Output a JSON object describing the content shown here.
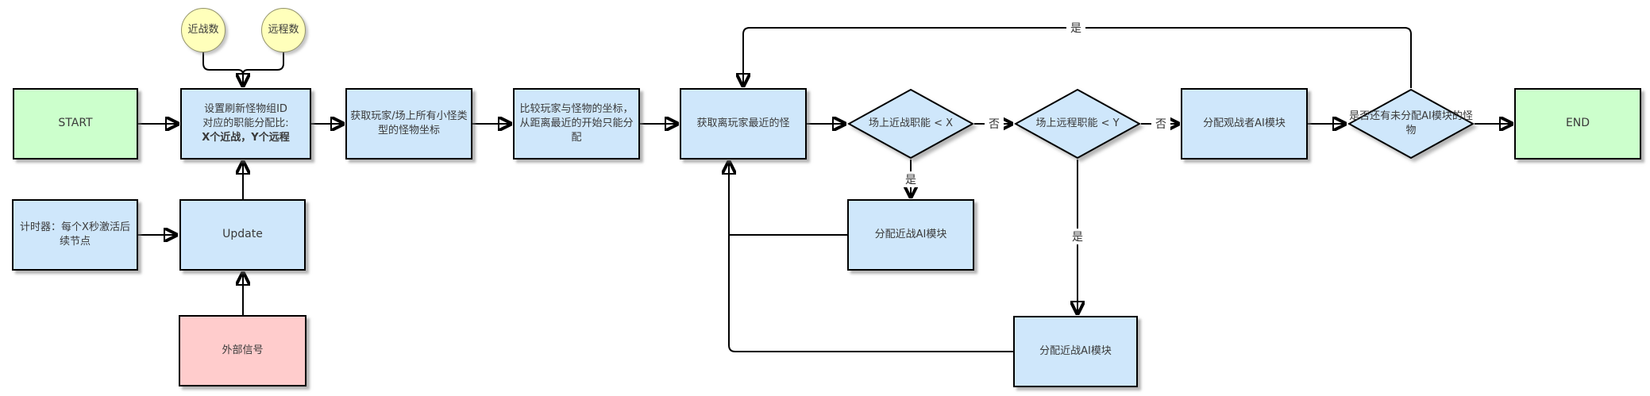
{
  "diagram": {
    "title": "monster-ai-allocation-flowchart",
    "colors": {
      "terminal_fill": "#ccffcc",
      "process_fill": "#cfe7fb",
      "data_fill": "#ffffbb",
      "signal_fill": "#ffcccc",
      "stroke": "#000000",
      "background": "#ffffff"
    },
    "nodes": {
      "start": {
        "label": "START"
      },
      "end": {
        "label": "END"
      },
      "melee_count": {
        "label": "近战数"
      },
      "ranged_count": {
        "label": "远程数"
      },
      "setup": {
        "line1": "设置刷新怪物组ID",
        "line2": "对应的职能分配比:",
        "line3": "X个近战，Y个远程"
      },
      "get_coords": {
        "label": "获取玩家/场上所有小怪类型的怪物坐标"
      },
      "compare": {
        "label": "比较玩家与怪物的坐标，从距离最近的开始只能分配"
      },
      "get_nearest": {
        "label": "获取离玩家最近的怪"
      },
      "melee_check": {
        "label": "场上近战职能 < X"
      },
      "ranged_check": {
        "label": "场上远程职能 < Y"
      },
      "assign_spectator": {
        "label": "分配观战者AI模块"
      },
      "remaining_check": {
        "label": "是否还有未分配AI模块的怪物"
      },
      "assign_melee_1": {
        "label": "分配近战AI模块"
      },
      "assign_melee_2": {
        "label": "分配近战AI模块"
      },
      "timer": {
        "label": "计时器：每个X秒激活后续节点"
      },
      "update": {
        "label": "Update"
      },
      "external_signal": {
        "label": "外部信号"
      }
    },
    "edge_labels": {
      "no_1": "否",
      "no_2": "否",
      "yes_1": "是",
      "yes_2": "是",
      "yes_loop": "是"
    }
  }
}
